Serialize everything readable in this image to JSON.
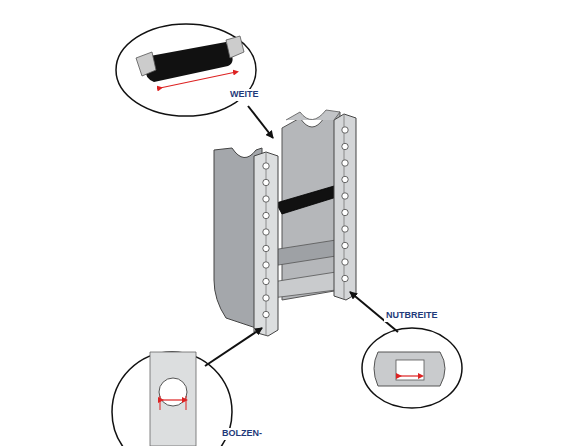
{
  "diagram": {
    "labels": [
      "WEITE",
      "NUTBREITE",
      "BOLZEN-"
    ]
  }
}
